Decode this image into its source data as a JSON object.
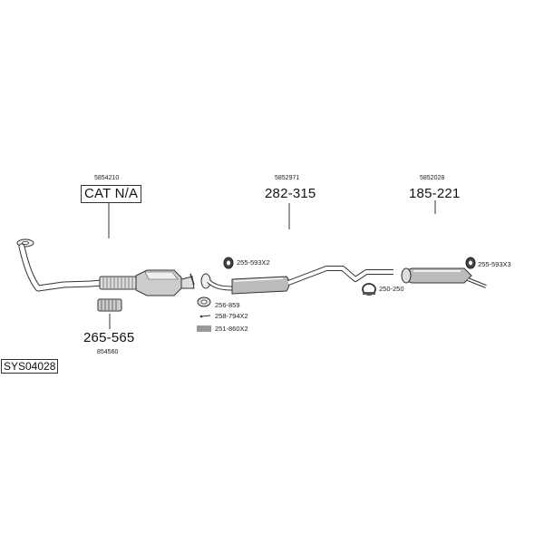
{
  "system_code": "SYS04028",
  "parts": [
    {
      "id": "cat",
      "ref": "5854210",
      "number": "CAT N/A"
    },
    {
      "id": "middle",
      "ref": "5852971",
      "number": "282-315"
    },
    {
      "id": "rear",
      "ref": "5852028",
      "number": "185-221"
    },
    {
      "id": "flex",
      "ref": "854560",
      "number": "265-565"
    }
  ],
  "accessories": [
    {
      "id": "mount-mid",
      "code": "255-593X2"
    },
    {
      "id": "mount-rear",
      "code": "255-593X3"
    },
    {
      "id": "clamp",
      "code": "250-250"
    },
    {
      "id": "gasket",
      "code": "256-859"
    },
    {
      "id": "bolt",
      "code": "258-794X2"
    },
    {
      "id": "spring",
      "code": "251-860X2"
    }
  ]
}
